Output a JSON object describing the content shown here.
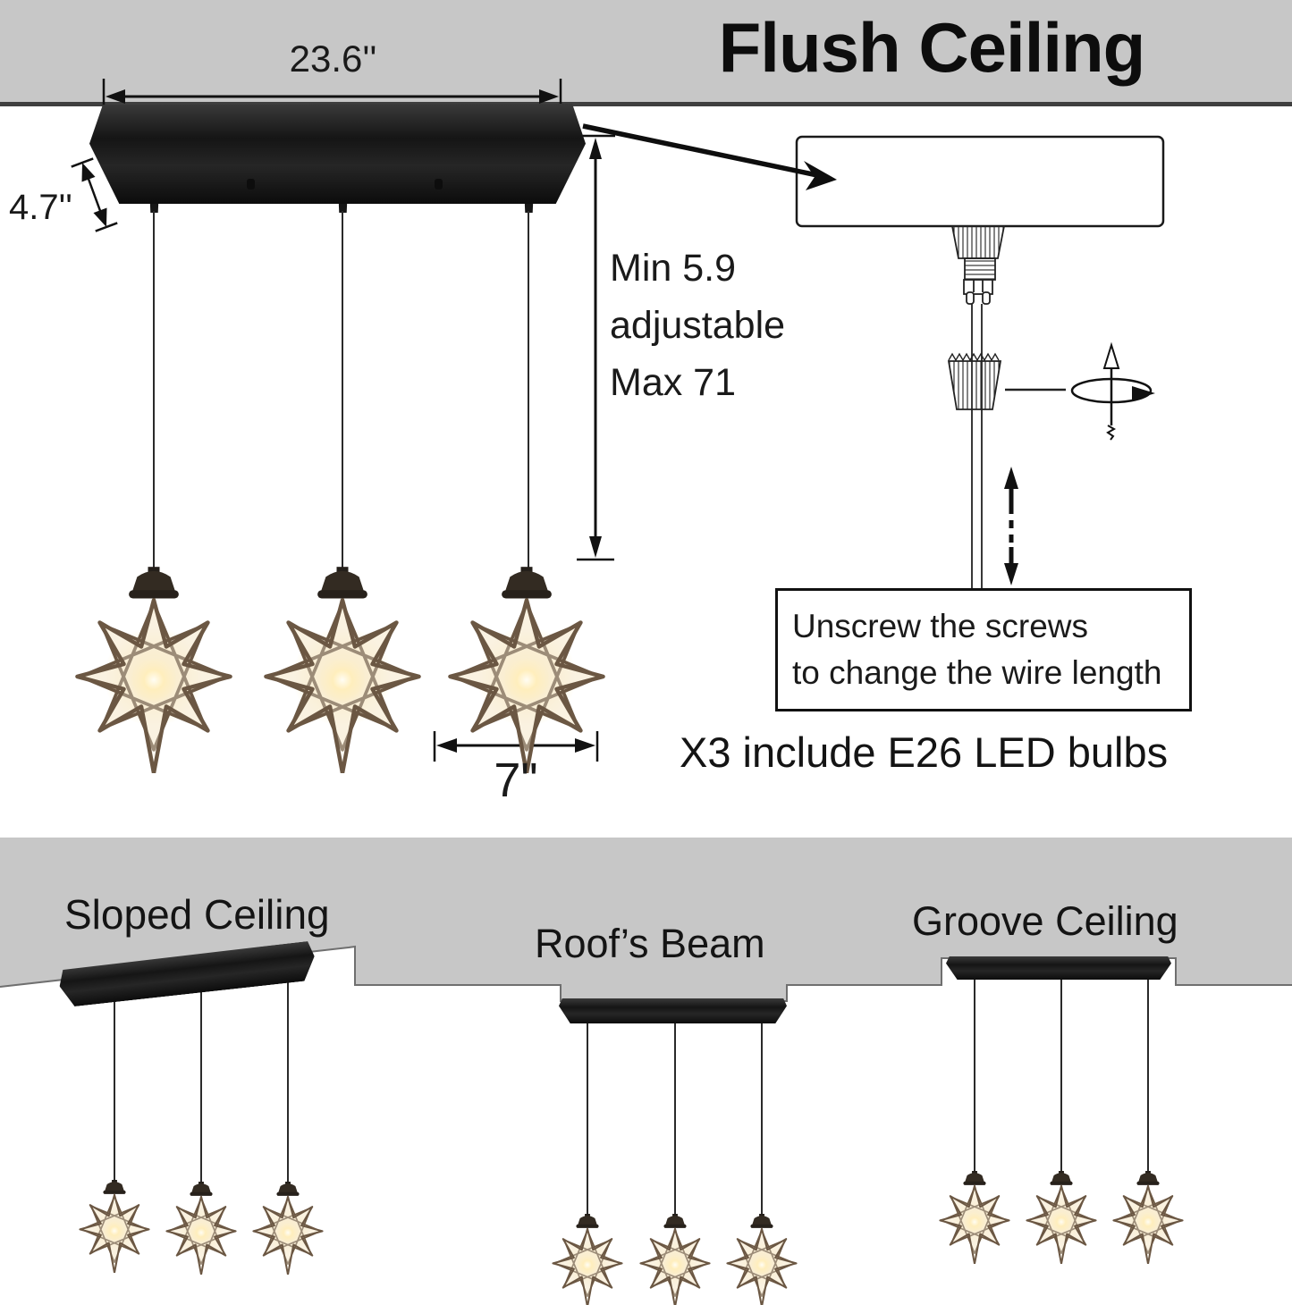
{
  "title": "Flush Ceiling",
  "top_diagram": {
    "width_label": "23.6''",
    "depth_label": "4.7''",
    "drop_min": "Min 5.9",
    "drop_adjustable": "adjustable",
    "drop_max": "Max 71",
    "shade_width_label": "7\"",
    "note_line1": "Unscrew the screws",
    "note_line2": "to change the wire length",
    "bulbs_note": "X3 include E26 LED bulbs",
    "pendant_count": 3
  },
  "bottom_sections": [
    {
      "label": "Sloped Ceiling"
    },
    {
      "label": "Roof’s Beam"
    },
    {
      "label": "Groove Ceiling"
    }
  ],
  "colors": {
    "ceiling_gray": "#c7c7c7",
    "ceiling_edge": "#3f3f3f",
    "canopy_black": "#1b1b1b",
    "glass_warm": "#f6ebd2",
    "glow": "#ffeebb",
    "frame_bronze": "#6b5743",
    "line_black": "#222222"
  }
}
